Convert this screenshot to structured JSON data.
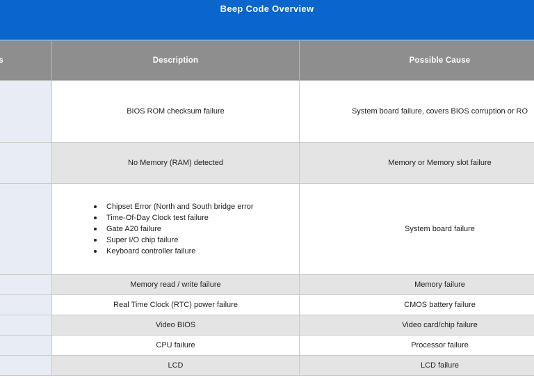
{
  "banner": {
    "title": "Beep Code Overview",
    "background_color": "#0a65cc",
    "text_color": "#ffffff"
  },
  "table": {
    "header_background": "#8e8e8e",
    "header_text_color": "#ffffff",
    "first_column_background": "#e8edf5",
    "alt_row_background": "#e4e4e4",
    "plain_row_background": "#ffffff",
    "columns": [
      {
        "key": "beeps",
        "label": "Beeps",
        "visible_label": "ps"
      },
      {
        "key": "description",
        "label": "Description"
      },
      {
        "key": "cause",
        "label": "Possible Cause"
      }
    ],
    "rows": [
      {
        "beeps": "",
        "description": "BIOS ROM checksum failure",
        "description_items": [],
        "cause": "System board failure, covers BIOS corruption or RO",
        "row_style": "plain",
        "height_class": "r-tall"
      },
      {
        "beeps": "",
        "description": "No Memory (RAM) detected",
        "description_items": [],
        "cause": "Memory or Memory slot failure",
        "row_style": "alt",
        "height_class": "r-mid"
      },
      {
        "beeps": "",
        "description": "",
        "description_items": [
          "Chipset Error (North and South bridge error",
          "Time-Of-Day Clock test failure",
          "Gate A20 failure",
          "Super I/O chip failure",
          "Keyboard controller failure"
        ],
        "cause": "System board failure",
        "row_style": "plain",
        "height_class": "r-bullets"
      },
      {
        "beeps": "",
        "description": "Memory read / write failure",
        "description_items": [],
        "cause": "Memory failure",
        "row_style": "alt",
        "height_class": "r-short"
      },
      {
        "beeps": "",
        "description": "Real Time Clock (RTC) power failure",
        "description_items": [],
        "cause": "CMOS battery failure",
        "row_style": "plain",
        "height_class": "r-short"
      },
      {
        "beeps": "",
        "description": "Video BIOS",
        "description_items": [],
        "cause": "Video card/chip failure",
        "row_style": "alt",
        "height_class": "r-short"
      },
      {
        "beeps": "",
        "description": "CPU failure",
        "description_items": [],
        "cause": "Processor failure",
        "row_style": "plain",
        "height_class": "r-short"
      },
      {
        "beeps": "",
        "description": "LCD",
        "description_items": [],
        "cause": "LCD failure",
        "row_style": "alt",
        "height_class": "r-short"
      }
    ]
  }
}
